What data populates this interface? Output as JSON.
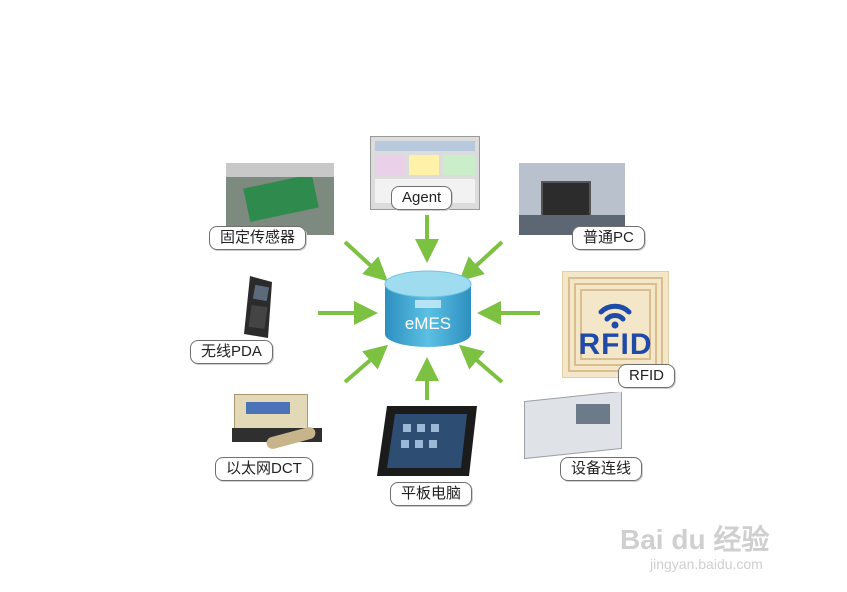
{
  "center": {
    "label": "eMES"
  },
  "nodes": {
    "agent": "Agent",
    "fixed_sensor": "固定传感器",
    "normal_pc": "普通PC",
    "wireless_pda": "无线PDA",
    "rfid": "RFID",
    "rfid_logo_text": "RFID",
    "ethernet_dct": "以太网DCT",
    "tablet": "平板电脑",
    "equipment_link": "设备连线"
  },
  "watermark": {
    "brand": "Bai du 经验",
    "url": "jingyan.baidu.com"
  },
  "colors": {
    "arrow": "#7dc142",
    "cylinder_top": "#8fd4ea",
    "cylinder_body": "#3aa6cf",
    "rfid_blue": "#1f4aa8"
  }
}
